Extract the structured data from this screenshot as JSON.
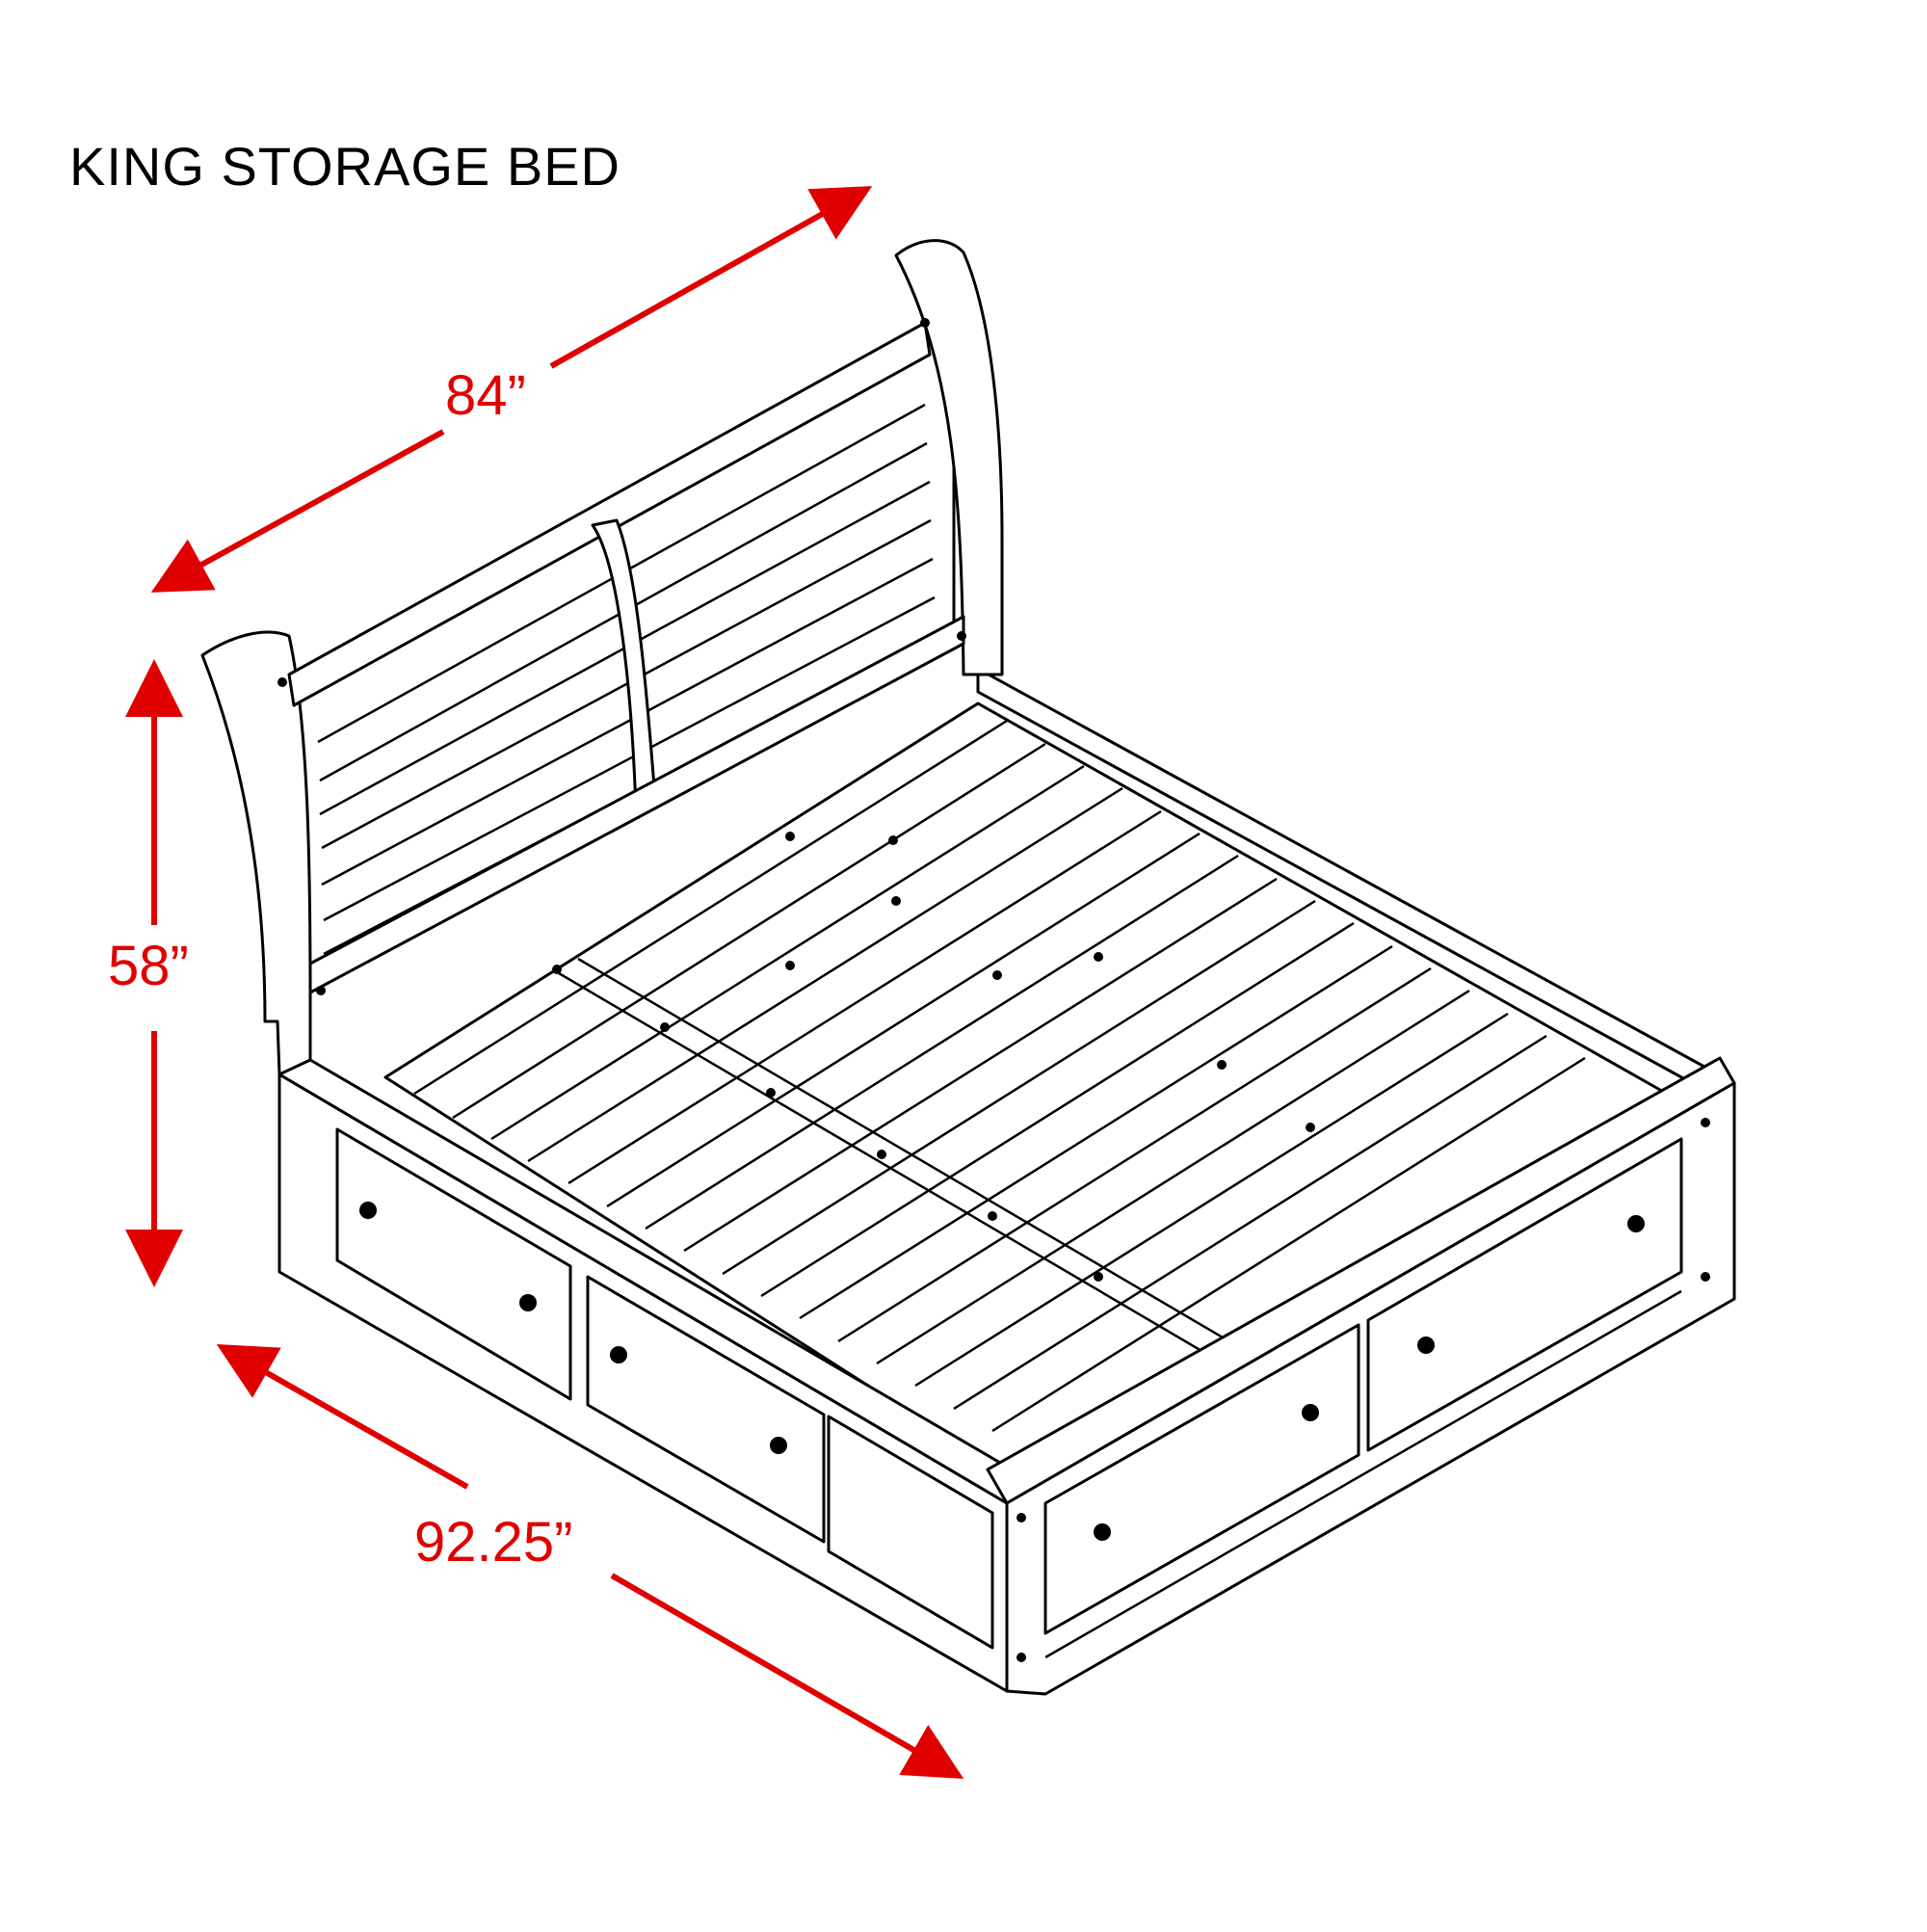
{
  "title": "KING STORAGE BED",
  "dimensions": {
    "width": "84”",
    "height": "58”",
    "length": "92.25”"
  },
  "colors": {
    "dimension": "#e00000",
    "line": "#000000",
    "background": "#ffffff"
  }
}
